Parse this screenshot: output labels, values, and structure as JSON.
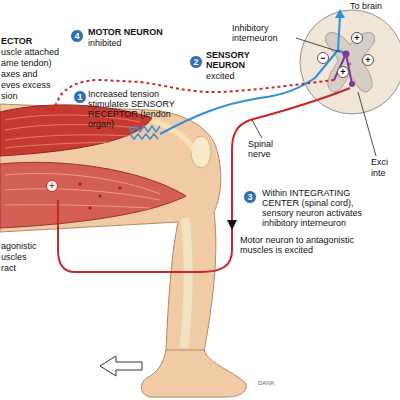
{
  "diagram": {
    "nodes": [
      {
        "text": [
          "4"
        ]
      },
      {
        "text": [
          "2"
        ]
      },
      {
        "text": [
          "1"
        ]
      },
      {
        "text": [
          "3"
        ]
      }
    ],
    "labels": [
      "ECTOR",
      "uscle attached",
      "ame tendon)",
      "axes and",
      "eves excess",
      "sion",
      "MOTOR NEURON",
      "inhibited",
      "To brain",
      "Inhibitory interneuron",
      "SENSORY NEURON",
      "excited",
      "Increased tension stimulates SENSORY RECEPTOR (tendon organ)",
      "Spinal nerve",
      "Within INTEGRATING CENTER (spinal cord), sensory neuron activates inhibitory interneuron",
      "Exci",
      "inte",
      "agonistic",
      "uscles",
      "ract",
      "Motor neuron to antagonistic muscles is excited",
      "+",
      "−",
      "+",
      "+",
      "+",
      "DANK"
    ]
  }
}
